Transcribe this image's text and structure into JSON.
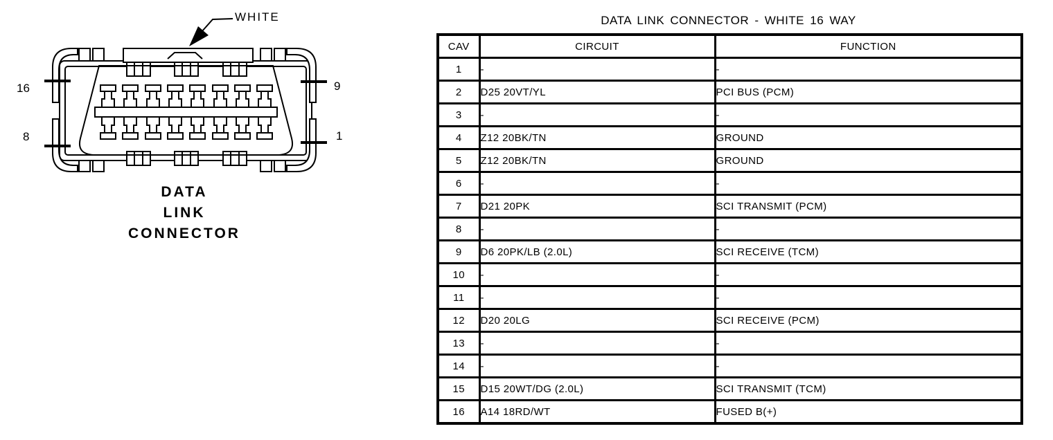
{
  "figure": {
    "color_label": "WHITE",
    "pins": {
      "top_left": "16",
      "bottom_left": "8",
      "top_right": "9",
      "bottom_right": "1"
    },
    "caption_lines": [
      "DATA",
      "LINK",
      "CONNECTOR"
    ]
  },
  "table": {
    "title": "DATA LINK CONNECTOR - WHITE 16 WAY",
    "headers": [
      "CAV",
      "CIRCUIT",
      "FUNCTION"
    ],
    "rows": [
      {
        "cav": "1",
        "circuit": "-",
        "function": "-"
      },
      {
        "cav": "2",
        "circuit": "D25 20VT/YL",
        "function": "PCI BUS (PCM)"
      },
      {
        "cav": "3",
        "circuit": "-",
        "function": "-"
      },
      {
        "cav": "4",
        "circuit": "Z12 20BK/TN",
        "function": "GROUND"
      },
      {
        "cav": "5",
        "circuit": "Z12 20BK/TN",
        "function": "GROUND"
      },
      {
        "cav": "6",
        "circuit": "-",
        "function": "-"
      },
      {
        "cav": "7",
        "circuit": "D21 20PK",
        "function": "SCI TRANSMIT (PCM)"
      },
      {
        "cav": "8",
        "circuit": "-",
        "function": "-"
      },
      {
        "cav": "9",
        "circuit": "D6 20PK/LB (2.0L)",
        "function": "SCI RECEIVE (TCM)"
      },
      {
        "cav": "10",
        "circuit": "-",
        "function": "-"
      },
      {
        "cav": "11",
        "circuit": "-",
        "function": "-"
      },
      {
        "cav": "12",
        "circuit": "D20 20LG",
        "function": "SCI RECEIVE (PCM)"
      },
      {
        "cav": "13",
        "circuit": "-",
        "function": "-"
      },
      {
        "cav": "14",
        "circuit": "-",
        "function": "-"
      },
      {
        "cav": "15",
        "circuit": "D15 20WT/DG (2.0L)",
        "function": "SCI TRANSMIT (TCM)"
      },
      {
        "cav": "16",
        "circuit": "A14 18RD/WT",
        "function": "FUSED B(+)"
      }
    ]
  },
  "colors": {
    "ink": "#000000",
    "background": "#ffffff"
  }
}
